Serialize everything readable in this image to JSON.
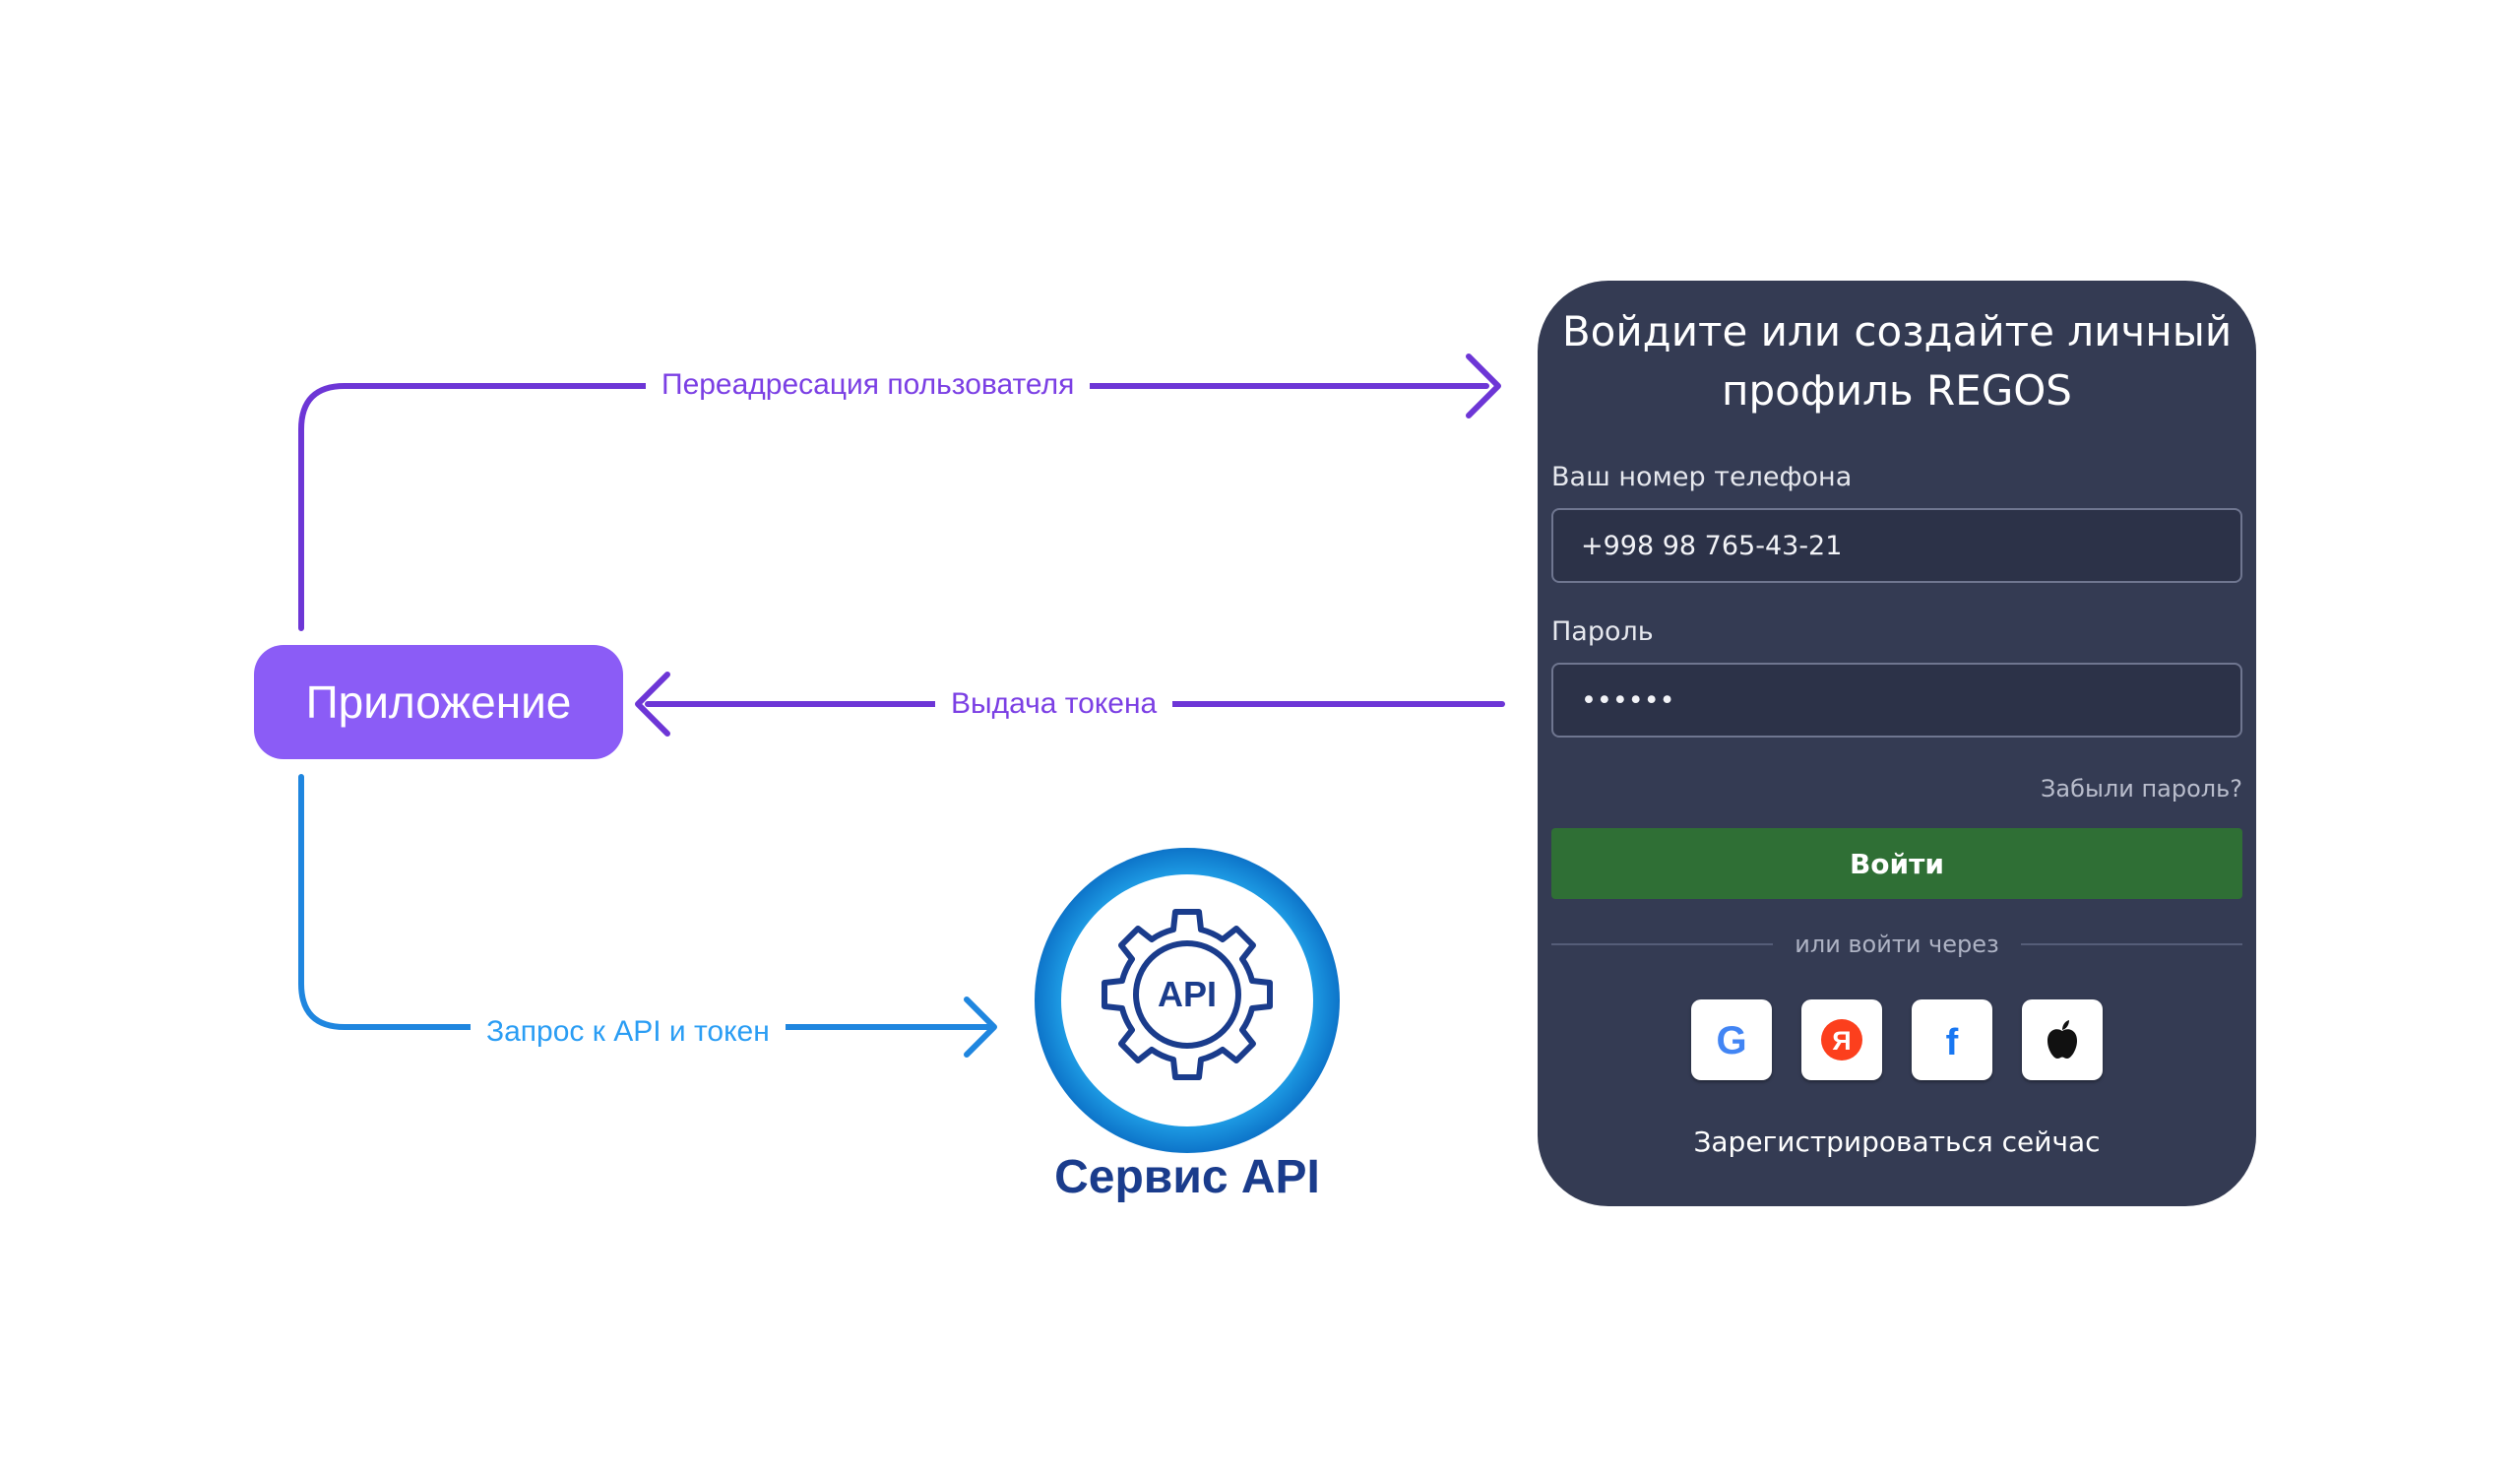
{
  "colors": {
    "purple": "#6d36d6",
    "purple_label": "#7b3fe4",
    "blue": "#1f86df",
    "blue_label": "#2a9df4",
    "app_node": "#8b5cf6",
    "card_bg": "#343b53",
    "login_green": "#2f6f35",
    "api_navy": "#1a3c8c"
  },
  "diagram": {
    "app_node": {
      "label": "Приложение"
    },
    "edges": [
      {
        "label": "Переадресация пользователя"
      },
      {
        "label": "Выдача токена"
      },
      {
        "label": "Запрос к API и токен"
      }
    ],
    "api_service": {
      "logo_text": "API",
      "caption": "Сервис API",
      "icon": "gear-icon"
    }
  },
  "login_card": {
    "title_line1": "Войдите или создайте личный",
    "title_line2": "профиль REGOS",
    "phone_label": "Ваш номер телефона",
    "phone_value": "+998 98 765-43-21",
    "password_label": "Пароль",
    "password_value": "••••••",
    "forgot_password": "Забыли пароль?",
    "login_button": "Войти",
    "divider_text": "или войти через",
    "social": [
      {
        "icon": "google-icon",
        "glyph": "G"
      },
      {
        "icon": "yandex-icon",
        "glyph": "Я"
      },
      {
        "icon": "facebook-icon",
        "glyph": "f"
      },
      {
        "icon": "apple-icon"
      }
    ],
    "register_link": "Зарегистрироваться сейчас"
  }
}
